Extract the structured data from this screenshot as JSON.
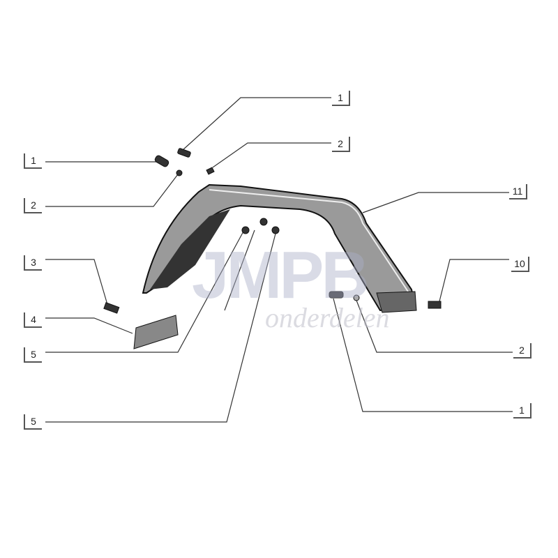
{
  "diagram": {
    "watermark": {
      "brand": "JMPB",
      "sub": "onderdelen"
    },
    "callouts": [
      {
        "id": "left-1",
        "text": "1"
      },
      {
        "id": "left-2",
        "text": "2"
      },
      {
        "id": "left-3",
        "text": "3"
      },
      {
        "id": "left-4",
        "text": "4"
      },
      {
        "id": "left-5a",
        "text": "5"
      },
      {
        "id": "left-5b",
        "text": "5"
      },
      {
        "id": "top-1",
        "text": "1"
      },
      {
        "id": "top-2",
        "text": "2"
      },
      {
        "id": "right-11",
        "text": "11"
      },
      {
        "id": "right-10",
        "text": "10"
      },
      {
        "id": "right-2",
        "text": "2"
      },
      {
        "id": "right-1",
        "text": "1"
      }
    ]
  }
}
